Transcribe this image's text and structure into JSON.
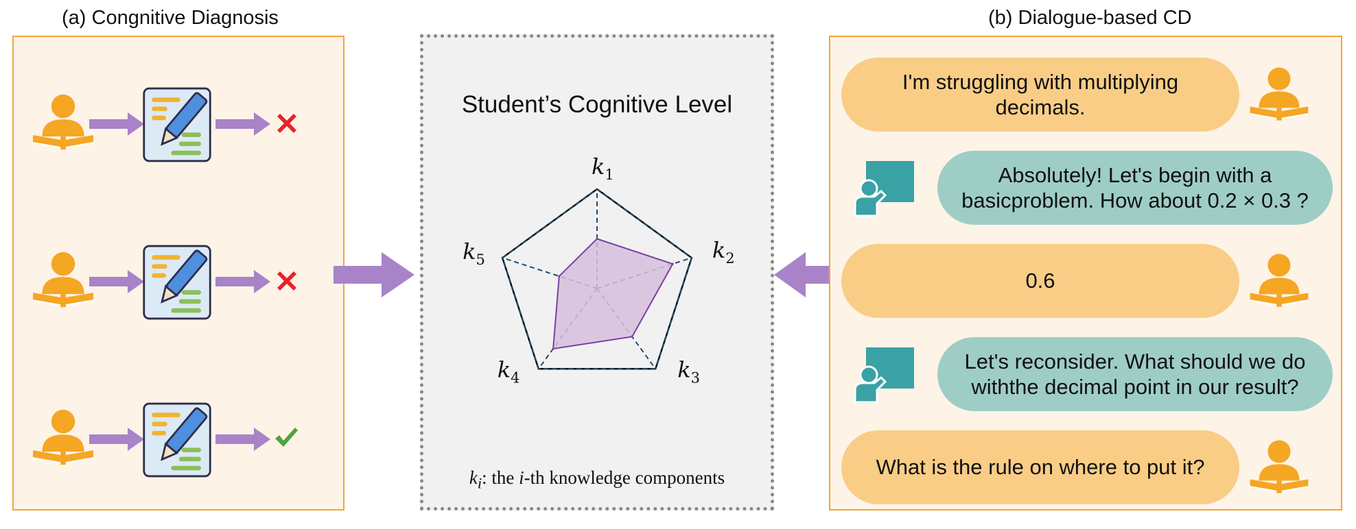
{
  "captions": {
    "left": "(a) Congnitive Diagnosis",
    "right": "(b) Dialogue-based CD"
  },
  "left_panel": {
    "rows": [
      {
        "result": "✖",
        "result_icon": "cross-icon",
        "color": "#e8222a"
      },
      {
        "result": "✖",
        "result_icon": "cross-icon",
        "color": "#e8222a"
      },
      {
        "result": "✔",
        "result_icon": "check-icon",
        "color": "#4ea43a"
      }
    ]
  },
  "center_panel": {
    "title": "Student’s Cognitive Level",
    "footnote": {
      "symbol": "k",
      "subscript": "i",
      "text_1": ": the ",
      "italic_i": "i",
      "text_2": "-th knowledge components"
    },
    "axes": [
      {
        "symbol": "k",
        "sub": "1"
      },
      {
        "symbol": "k",
        "sub": "2"
      },
      {
        "symbol": "k",
        "sub": "3"
      },
      {
        "symbol": "k",
        "sub": "4"
      },
      {
        "symbol": "k",
        "sub": "5"
      }
    ]
  },
  "chart_data": {
    "type": "radar",
    "categories": [
      "k1",
      "k2",
      "k3",
      "k4",
      "k5"
    ],
    "series": [
      {
        "values": [
          0.5,
          0.8,
          0.6,
          0.75,
          0.4
        ]
      }
    ],
    "range": [
      0,
      1
    ],
    "grid": true
  },
  "dialogue": [
    {
      "speaker": "student",
      "text": "I'm struggling with multiplying decimals."
    },
    {
      "speaker": "tutor",
      "text": "Absolutely! Let's begin with a basicproblem. How about 0.2 × 0.3 ?"
    },
    {
      "speaker": "student",
      "text": "0.6"
    },
    {
      "speaker": "tutor",
      "text": "Let's reconsider. What should we do withthe decimal point in our result?"
    },
    {
      "speaker": "student",
      "text": "What is the rule on where to put it?"
    }
  ],
  "colors": {
    "orange": "#f5a623",
    "arrow_purple": "#a983c8",
    "teal": "#3aa1a5",
    "radar_fill": "#d6c0dc",
    "radar_stroke": "#7b3fa3",
    "radar_grid": "#1d4d6b"
  },
  "icons": {
    "student": "student-reading-icon",
    "exam": "exam-paper-pencil-icon",
    "tutor": "teacher-board-icon",
    "arrow": "arrow-right-icon"
  }
}
